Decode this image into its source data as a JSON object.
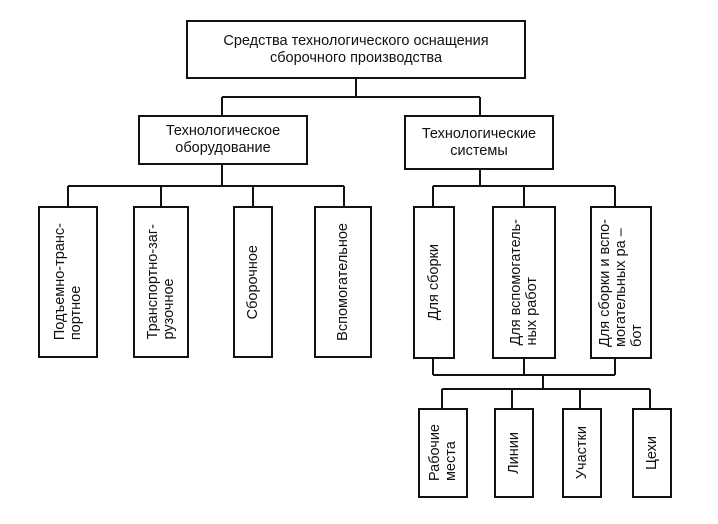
{
  "root": {
    "lines": [
      "Средства технологического оснащения",
      "сборочного производства"
    ]
  },
  "equipment": {
    "title": [
      "Технологическое",
      "оборудование"
    ],
    "children": [
      [
        "Подъемно-транс-",
        "портное"
      ],
      [
        "Транспортно-заг-",
        "рузочное"
      ],
      [
        "Сборочное"
      ],
      [
        "Вспомогательное"
      ]
    ]
  },
  "systems": {
    "title": [
      "Технологические",
      "системы"
    ],
    "children": [
      [
        "Для сборки"
      ],
      [
        "Для вспомогатель-",
        "ных работ"
      ],
      [
        "Для сборки и вспо-",
        "могательных ра –",
        "бот"
      ]
    ]
  },
  "units": {
    "children": [
      [
        "Рабочие",
        "места"
      ],
      [
        "Линии"
      ],
      [
        "Участки"
      ],
      [
        "Цехи"
      ]
    ]
  }
}
